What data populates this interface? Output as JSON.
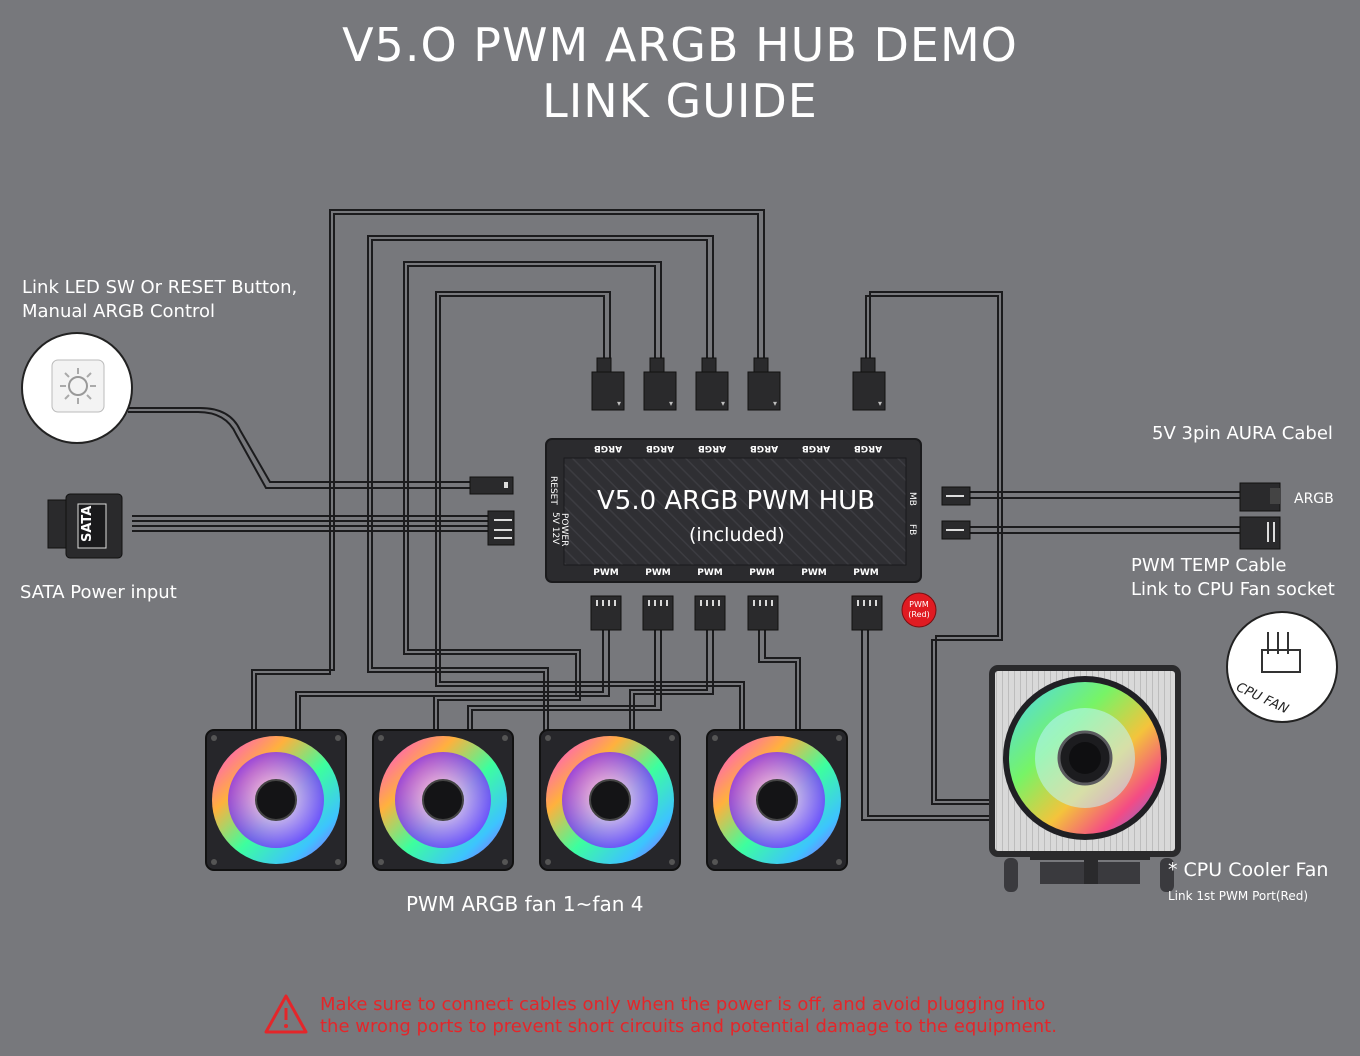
{
  "title": {
    "line1": "V5.O PWM ARGB HUB DEMO",
    "line2": "LINK GUIDE"
  },
  "labels": {
    "led_sw_line1": "Link LED SW Or RESET Button,",
    "led_sw_line2": "Manual ARGB Control",
    "sata_power": "SATA Power input",
    "aura_cable": "5V 3pin AURA Cabel",
    "argb": "ARGB",
    "pwm_temp_line1": "PWM TEMP Cable",
    "pwm_temp_line2": "Link to CPU Fan socket",
    "cpu_fan_badge": "CPU FAN",
    "cpu_cooler": "* CPU Cooler Fan",
    "cpu_cooler_sub": "Link 1st PWM Port(Red)",
    "fans": "PWM ARGB fan 1~fan 4",
    "sata_text": "SATA"
  },
  "hub": {
    "name": "V5.0 ARGB PWM HUB",
    "sub": "(included)",
    "top_ports": [
      "ARGB",
      "ARGB",
      "ARGB",
      "ARGB",
      "ARGB",
      "ARGB"
    ],
    "bottom_ports": [
      "PWM",
      "PWM",
      "PWM",
      "PWM",
      "PWM",
      "PWM"
    ],
    "left_reset": "RESET",
    "left_power": "POWER",
    "left_volts": "5V  12V",
    "right_mb": "MB",
    "right_fb": "FB",
    "pwm_red_line1": "PWM",
    "pwm_red_line2": "(Red)"
  },
  "warning": {
    "line1": "Make sure to connect cables only when the power is off, and avoid plugging into",
    "line2": "the wrong ports to prevent short circuits and potential damage to the equipment."
  },
  "colors": {
    "background": "#77787c",
    "hub": "#2b2b2e",
    "warning": "#e4262a",
    "pwm_red": "#e01b22"
  }
}
